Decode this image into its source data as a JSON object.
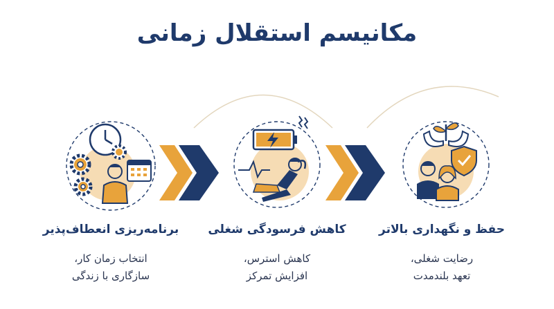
{
  "title": "مکانیسم استقلال زمانی",
  "colors": {
    "navy": "#1f3a6b",
    "orange": "#e8a33b",
    "peach": "#f6dcb4",
    "line": "#d9c9a7"
  },
  "steps": [
    {
      "icon": "planning-icon",
      "heading": "برنامه‌ریزی انعطاف‌پذیر",
      "line1": "انتخاب زمان کار،",
      "line2": "سازگاری با زندگی"
    },
    {
      "icon": "stress-relief-icon",
      "heading": "کاهش فرسودگی شغلی",
      "line1": "کاهش استرس،",
      "line2": "افزایش تمرکز"
    },
    {
      "icon": "retention-icon",
      "heading": "حفظ و نگهداری بالاتر",
      "line1": "رضایت شغلی،",
      "line2": "تعهد بلندمدت"
    }
  ]
}
